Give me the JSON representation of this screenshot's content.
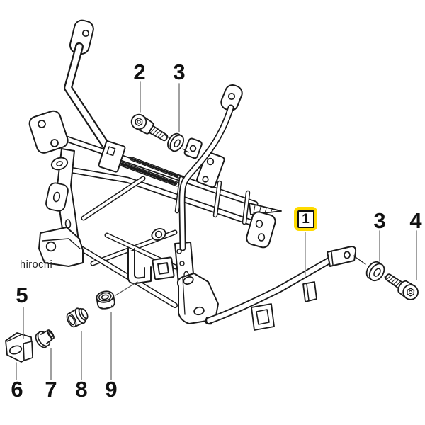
{
  "page": {
    "background_color": "#FFFFFF",
    "watermark": "hirochi"
  },
  "diagram": {
    "type": "exploded-parts-line-drawing",
    "subject": "fairing support bracket assembly",
    "line_color": "#1A1A1A",
    "leader_color": "#777777",
    "highlight_color": "#FFDB00",
    "highlight_leader_color": "#999999",
    "callouts": {
      "c1": {
        "label": "1",
        "highlighted": true
      },
      "c2": {
        "label": "2",
        "highlighted": false
      },
      "c3_top": {
        "label": "3",
        "highlighted": false
      },
      "c3_right": {
        "label": "3",
        "highlighted": false
      },
      "c4": {
        "label": "4",
        "highlighted": false
      },
      "c5": {
        "label": "5",
        "highlighted": false
      },
      "c6": {
        "label": "6",
        "highlighted": false
      },
      "c7": {
        "label": "7",
        "highlighted": false
      },
      "c8": {
        "label": "8",
        "highlighted": false
      },
      "c9": {
        "label": "9",
        "highlighted": false
      }
    }
  }
}
